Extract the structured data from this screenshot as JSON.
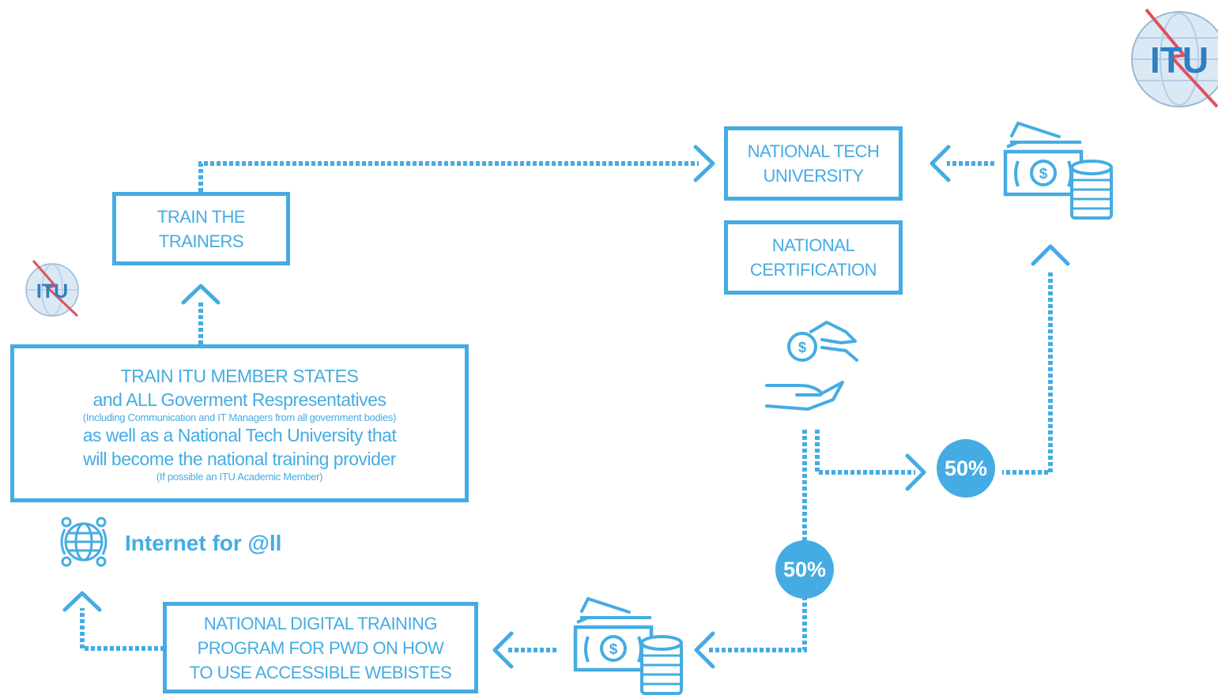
{
  "boxes": {
    "train_trainers": [
      "TRAIN THE",
      "TRAINERS"
    ],
    "national_tech_university": [
      "NATIONAL TECH",
      "UNIVERSITY"
    ],
    "national_certification": [
      "NATIONAL",
      "CERTIFICATION"
    ],
    "train_member_states": {
      "line1": "TRAIN ITU MEMBER STATES",
      "line2": "and ALL Goverment Respresentatives",
      "note1": "(Including Communication and IT Managers from all government bodies)",
      "line3": "as well as a National Tech University that",
      "line4": "will become the national training provider",
      "note2": "(If possible an ITU Academic Member)"
    },
    "digital_training_program": [
      "NATIONAL DIGITAL TRAINING",
      "PROGRAM FOR PWD ON HOW",
      "TO USE ACCESSIBLE WEBISTES"
    ]
  },
  "percent_right": "50%",
  "percent_bottom": "50%",
  "tagline": "Internet for @ll",
  "logo_text": "ITU",
  "icons": [
    "itu-logo-icon",
    "money-stack-icon",
    "hand-coin-icon",
    "globe-network-icon"
  ],
  "colors": {
    "accent": "#45ace3",
    "logo_blue": "#2f7fc1",
    "logo_red": "#e0505f"
  }
}
